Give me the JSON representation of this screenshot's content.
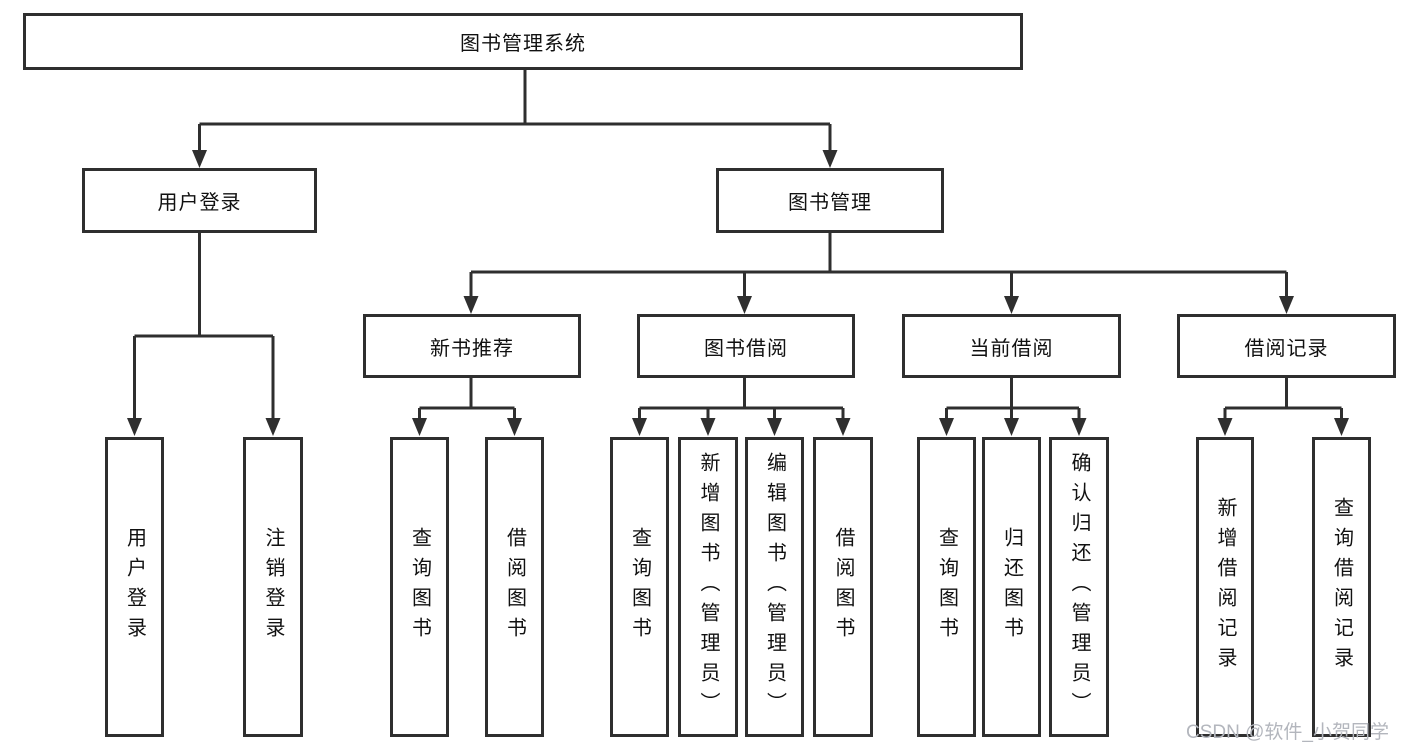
{
  "diagram_type": "hierarchy-structure-diagram",
  "colors": {
    "background": "#ffffff",
    "line": "#2f2f2f",
    "box_border": "#2f2f2f",
    "box_fill": "#ffffff",
    "text": "#111111",
    "watermark_text_color": "#b3b6bd"
  },
  "watermark": "CSDN @软件_小贺同学",
  "tree": {
    "root": "图书管理系统",
    "user_login": {
      "label": "用户登录",
      "children": [
        "用户登录",
        "注销登录"
      ]
    },
    "book_mgmt": {
      "label": "图书管理",
      "sections": {
        "new_book_rec": {
          "label": "新书推荐",
          "children": [
            "查询图书",
            "借阅图书"
          ]
        },
        "book_borrow": {
          "label": "图书借阅",
          "children": [
            "查询图书",
            "新增图书（管理员）",
            "编辑图书（管理员）",
            "借阅图书"
          ]
        },
        "current_borrow": {
          "label": "当前借阅",
          "children": [
            "查询图书",
            "归还图书",
            "确认归还（管理员）"
          ]
        },
        "borrow_record": {
          "label": "借阅记录",
          "children": [
            "新增借阅记录",
            "查询借阅记录"
          ]
        }
      }
    }
  }
}
